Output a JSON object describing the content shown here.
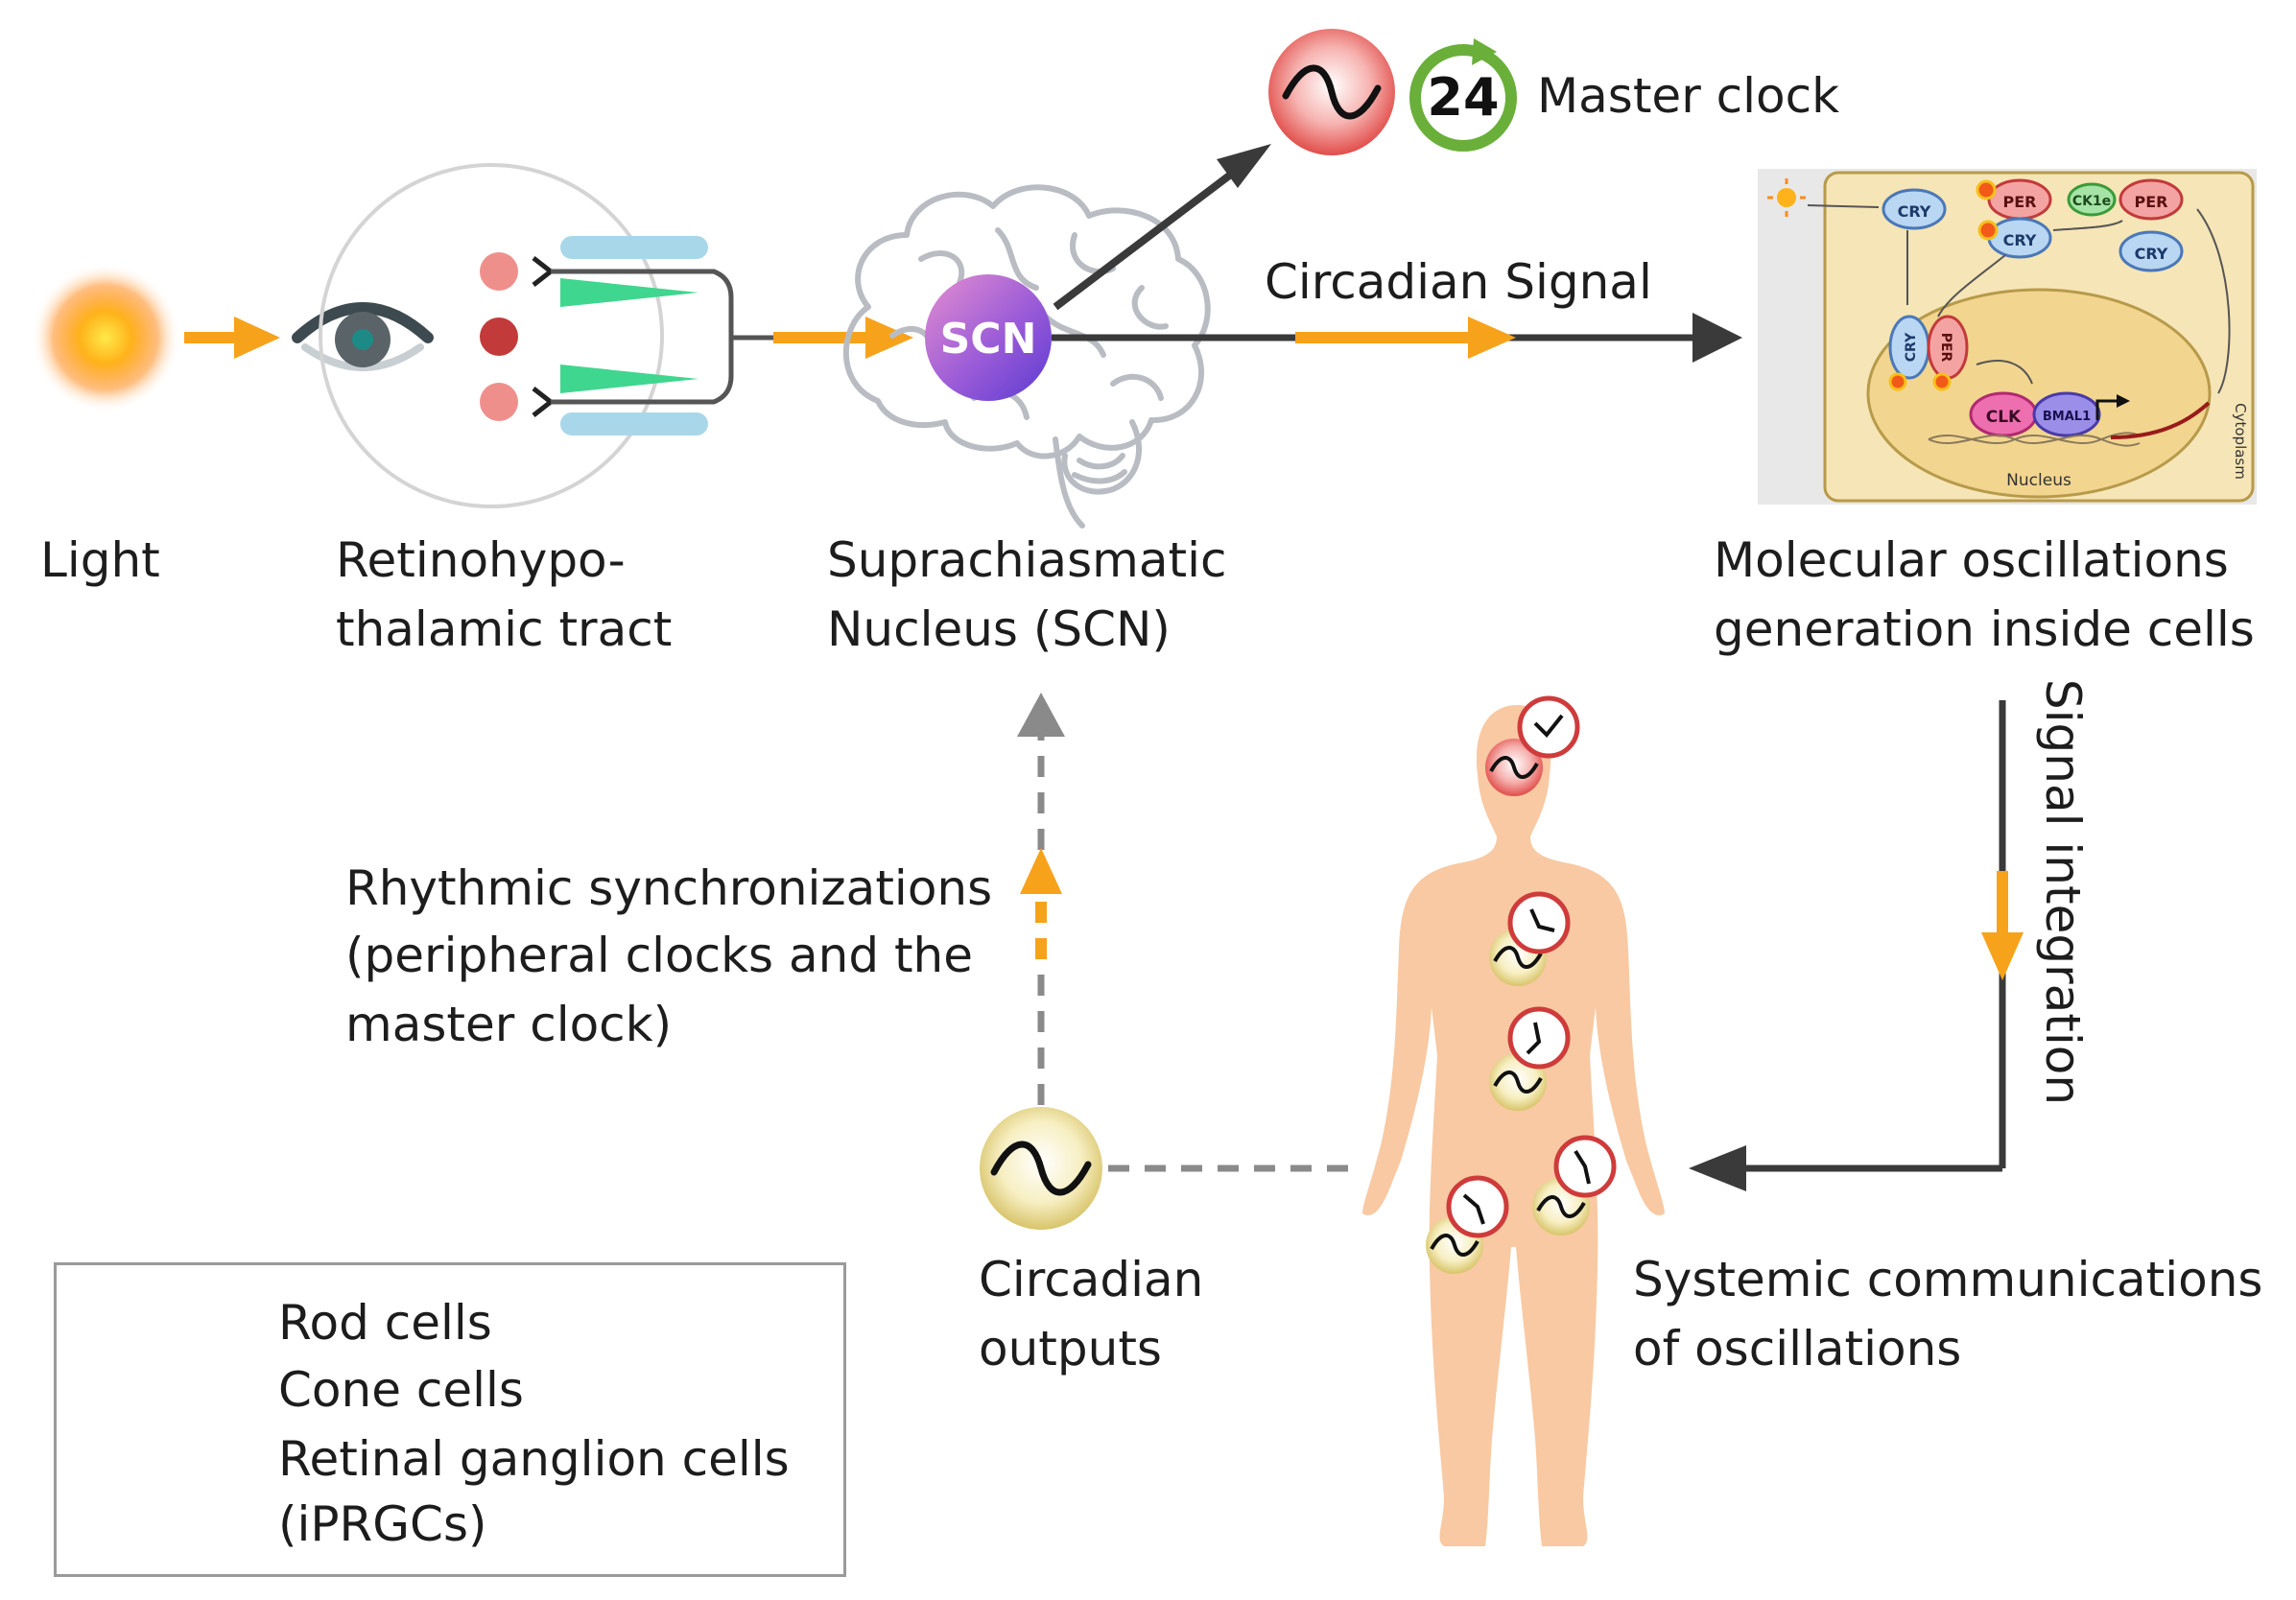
{
  "labels": {
    "light": "Light",
    "retino_line1": "Retinohypo-",
    "retino_line2": "thalamic tract",
    "scn_line1": "Suprachiasmatic",
    "scn_line2": "Nucleus (SCN)",
    "molecular_line1": "Molecular oscillations",
    "molecular_line2": "generation inside cells",
    "circadian_signal": "Circadian Signal",
    "master_clock": "Master clock",
    "clock_number": "24",
    "scn_badge": "SCN",
    "signal_integration": "Signal integration",
    "rhythmic_line1": "Rhythmic synchronizations",
    "rhythmic_line2": "(peripheral clocks and the",
    "rhythmic_line3": "master clock)",
    "circadian_outputs_line1": "Circadian",
    "circadian_outputs_line2": "outputs",
    "systemic_line1": "Systemic communications",
    "systemic_line2": "of oscillations"
  },
  "cell_panel": {
    "cry": "CRY",
    "per": "PER",
    "ck1e": "CK1e",
    "clk": "CLK",
    "bmal1": "BMAL1",
    "nucleus": "Nucleus",
    "cytoplasm": "Cytoplasm"
  },
  "legend": {
    "rod": "Rod cells",
    "cone": "Cone cells",
    "ganglion_line1": "Retinal ganglion cells",
    "ganglion_line2": "(iPRGCs)"
  },
  "colors": {
    "orange_arrow": "#f7a21b",
    "dark_arrow": "#3a3a3a",
    "gray_dashed": "#8a8a8a",
    "rod": "#a9d7ea",
    "cone": "#3fd68f",
    "ganglion_light": "#ef8f8c",
    "ganglion_dark": "#c23a3a",
    "body": "#f8c9a2",
    "clock_ring": "#cf3b3b"
  }
}
